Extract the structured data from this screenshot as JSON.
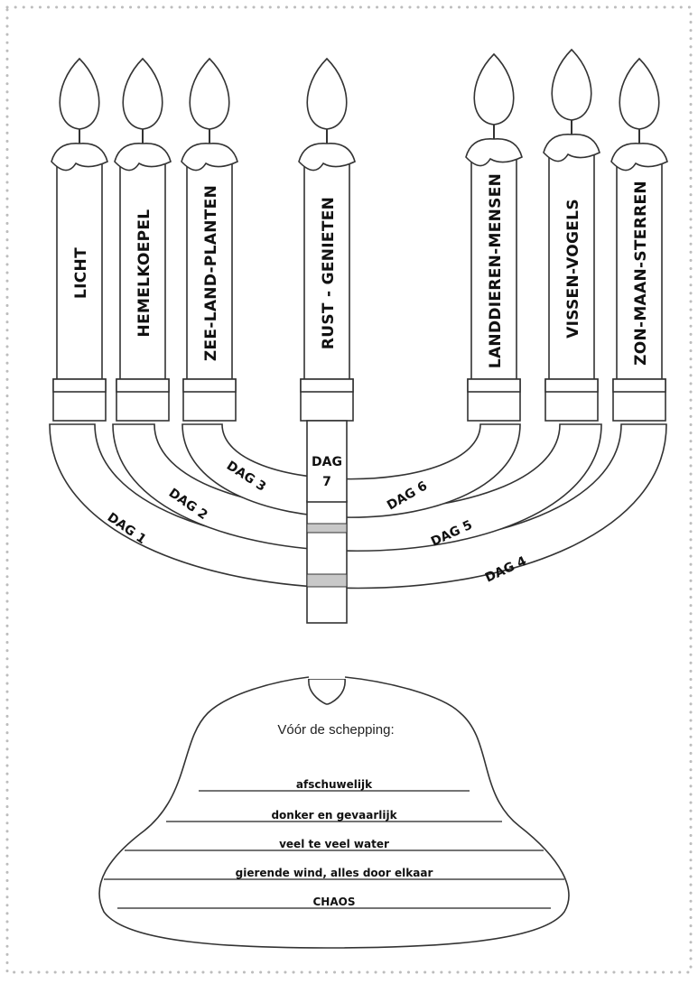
{
  "candles": [
    {
      "label": "LICHT"
    },
    {
      "label": "HEMELKOEPEL"
    },
    {
      "label": "ZEE-LAND-PLANTEN"
    },
    {
      "label": "RUST - GENIETEN"
    },
    {
      "label": "LANDDIEREN-MENSEN"
    },
    {
      "label": "VISSEN-VOGELS"
    },
    {
      "label": "ZON-MAAN-STERREN"
    }
  ],
  "days": {
    "dag1": "DAG 1",
    "dag2": "DAG 2",
    "dag3": "DAG 3",
    "dag4": "DAG 4",
    "dag5": "DAG 5",
    "dag6": "DAG 6",
    "dag7_line1": "DAG",
    "dag7_line2": "7"
  },
  "base": {
    "title": "Vóór de schepping:",
    "lines": [
      "afschuwelijk",
      "donker en gevaarlijk",
      "veel te veel water",
      "gierende wind, alles door elkaar",
      "CHAOS"
    ]
  },
  "colors": {
    "border_dots": "#bdbdbd",
    "outline": "#333333",
    "grey_stem": "#9a9a9a"
  }
}
